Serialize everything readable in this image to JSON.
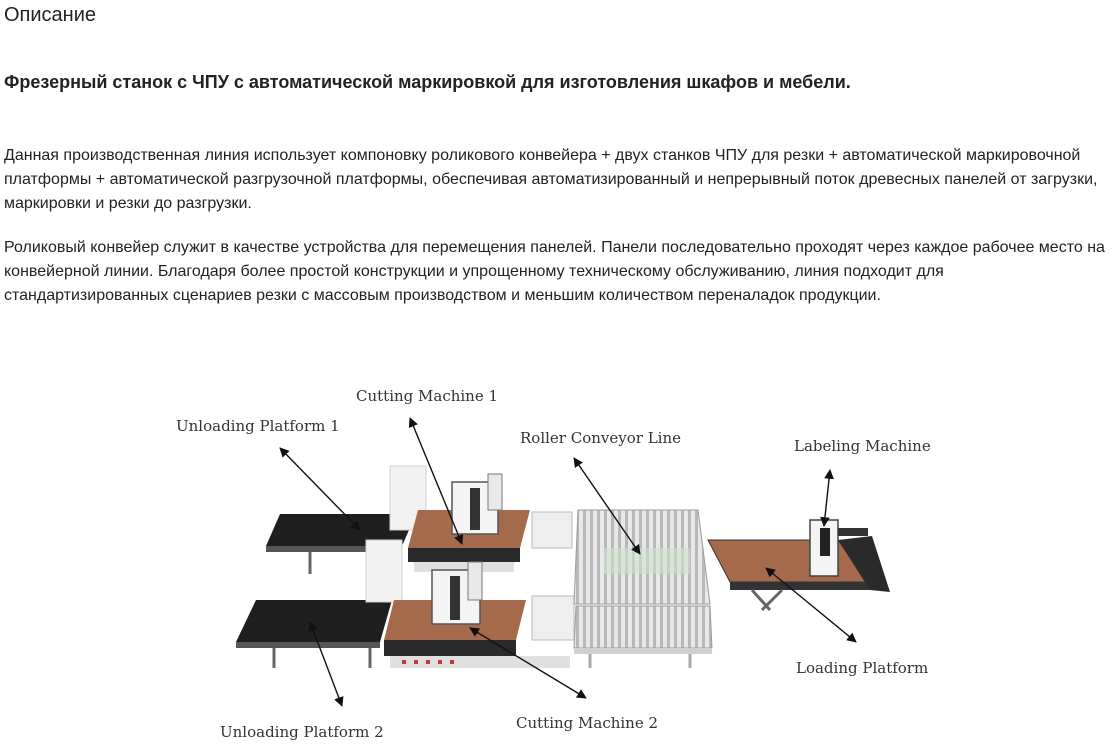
{
  "section_title": "Описание",
  "headline": "Фрезерный станок с ЧПУ с автоматической маркировкой для изготовления шкафов и мебели.",
  "paragraphs": [
    "Данная производственная линия использует компоновку роликового конвейера + двух станков ЧПУ для резки + автоматической маркировочной платформы + автоматической разгрузочной платформы, обеспечивая автоматизированный и непрерывный поток древесных панелей от загрузки, маркировки и резки до разгрузки.",
    "Роликовый конвейер служит в качестве устройства для перемещения панелей. Панели последовательно проходят через каждое рабочее место на конвейерной линии. Благодаря более простой конструкции и упрощенному техническому обслуживанию, линия подходит для стандартизированных сценариев резки с массовым производством и меньшим количеством переналадок продукции."
  ],
  "figure": {
    "labels": {
      "cutting_machine_1": "Cutting Machine 1",
      "unloading_platform_1": "Unloading Platform 1",
      "roller_conveyor_line": "Roller Conveyor Line",
      "labeling_machine": "Labeling Machine",
      "loading_platform": "Loading Platform",
      "cutting_machine_2": "Cutting Machine 2",
      "unloading_platform_2": "Unloading Platform 2"
    }
  }
}
